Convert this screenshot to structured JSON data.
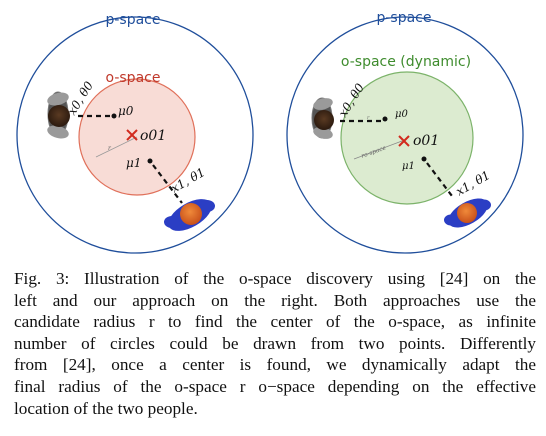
{
  "left_panel": {
    "pspace_label": "p-space",
    "ospace_label": "o-space",
    "person0_label": "x0, θ0",
    "person1_label": "x1, θ1",
    "mu0_label": "μ0",
    "mu1_label": "μ1",
    "o01_label": "o01",
    "r_label": "r",
    "colors": {
      "pspace": "#1f4e9b",
      "ospace_fill": "#f8dcd6",
      "ospace_stroke": "#e0705a",
      "ospace_text": "#c0392b",
      "center_x": "#d22a1e"
    }
  },
  "right_panel": {
    "pspace_label": "p-space",
    "ospace_label": "o-space (dynamic)",
    "person0_label": "x0, θ0",
    "person1_label": "x1, θ1",
    "mu0_label": "μ0",
    "mu1_label": "μ1",
    "o01_label": "o01",
    "r_label": "r",
    "r_ospace_label": "ro-space",
    "colors": {
      "pspace": "#1f4e9b",
      "ospace_fill": "#dcebd0",
      "ospace_stroke": "#7cb36a",
      "ospace_text": "#3f8c2e",
      "center_x": "#d22a1e"
    }
  },
  "caption": {
    "lines": [
      "Fig. 3: Illustration of the o-space discovery using [24] on the",
      "left and our approach on the right. Both approaches use the",
      "candidate radius r to find the center of the o-space, as infinite",
      "number of circles could be drawn from two points. Differently",
      "from [24], once a center is found, we dynamically adapt the",
      "final radius of the o-space r o−space depending on the effective",
      "location of the two people."
    ]
  }
}
